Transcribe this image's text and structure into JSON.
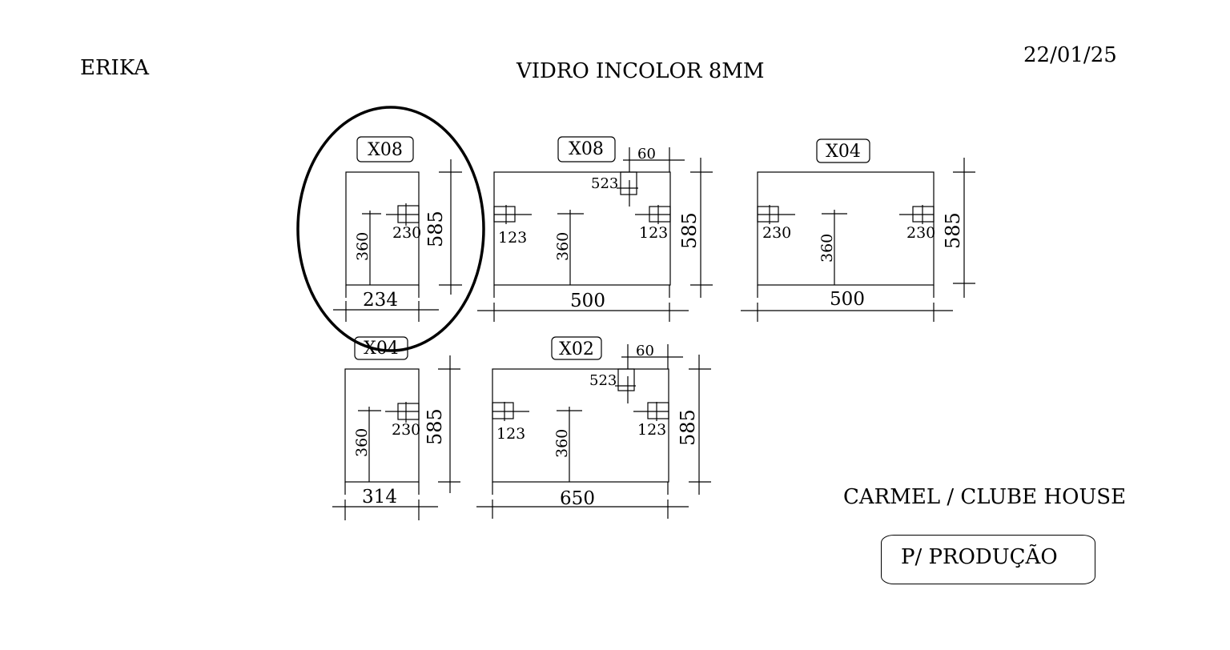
{
  "header": {
    "client": "ERIKA",
    "material": "VIDRO INCOLOR 8MM",
    "date": "22/01/25"
  },
  "footer": {
    "project": "CARMEL / CLUBE HOUSE",
    "stamp": "P/ PRODUÇÃO"
  },
  "pieces": [
    {
      "id": "piece-1",
      "quantity": "X08",
      "width": "234",
      "height": "585",
      "hole_dims": [
        "360",
        "230"
      ],
      "circled": true
    },
    {
      "id": "piece-2",
      "quantity": "X08",
      "width": "500",
      "height": "585",
      "hole_dims": [
        "360",
        "123",
        "123"
      ],
      "notch_dims": [
        "60",
        "523"
      ]
    },
    {
      "id": "piece-3",
      "quantity": "X04",
      "width": "500",
      "height": "585",
      "hole_dims": [
        "360",
        "230",
        "230"
      ]
    },
    {
      "id": "piece-4",
      "quantity": "X04",
      "width": "314",
      "height": "585",
      "hole_dims": [
        "360",
        "230"
      ]
    },
    {
      "id": "piece-5",
      "quantity": "X02",
      "width": "650",
      "height": "585",
      "hole_dims": [
        "360",
        "123",
        "123"
      ],
      "notch_dims": [
        "60",
        "523"
      ]
    }
  ]
}
